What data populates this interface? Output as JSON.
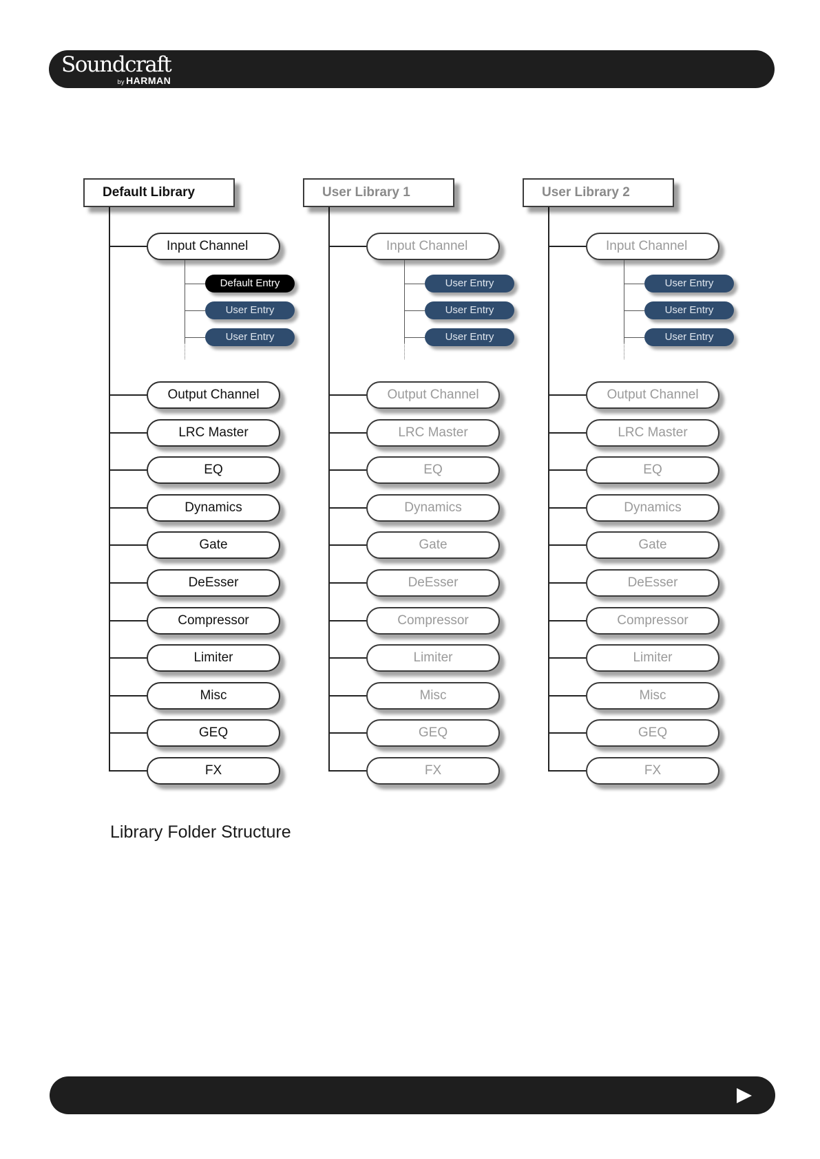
{
  "header": {
    "brand": "Soundcraft",
    "brand_by": "by",
    "brand_sub": "HARMAN",
    "accent": "#1e1e1e"
  },
  "diagram": {
    "libraries": [
      {
        "title": "Default Library",
        "channel": "Input Channel",
        "entries": [
          "Default Entry",
          "User Entry",
          "User Entry"
        ],
        "folders": [
          "Output Channel",
          "LRC Master",
          "EQ",
          "Dynamics",
          "Gate",
          "DeEsser",
          "Compressor",
          "Limiter",
          "Misc",
          "GEQ",
          "FX"
        ]
      },
      {
        "title": "User Library 1",
        "channel": "Input Channel",
        "entries": [
          "User Entry",
          "User Entry",
          "User Entry"
        ],
        "folders": [
          "Output Channel",
          "LRC Master",
          "EQ",
          "Dynamics",
          "Gate",
          "DeEsser",
          "Compressor",
          "Limiter",
          "Misc",
          "GEQ",
          "FX"
        ]
      },
      {
        "title": "User Library 2",
        "channel": "Input Channel",
        "entries": [
          "User Entry",
          "User Entry",
          "User Entry"
        ],
        "folders": [
          "Output Channel",
          "LRC Master",
          "EQ",
          "Dynamics",
          "Gate",
          "DeEsser",
          "Compressor",
          "Limiter",
          "Misc",
          "GEQ",
          "FX"
        ]
      }
    ],
    "colors": {
      "default_entry": "#000000",
      "user_entry": "#2f4c6e",
      "user_text": "#9a9a9a"
    }
  },
  "caption": "Library Folder Structure",
  "footer": {
    "next_icon": "play-arrow-icon"
  }
}
